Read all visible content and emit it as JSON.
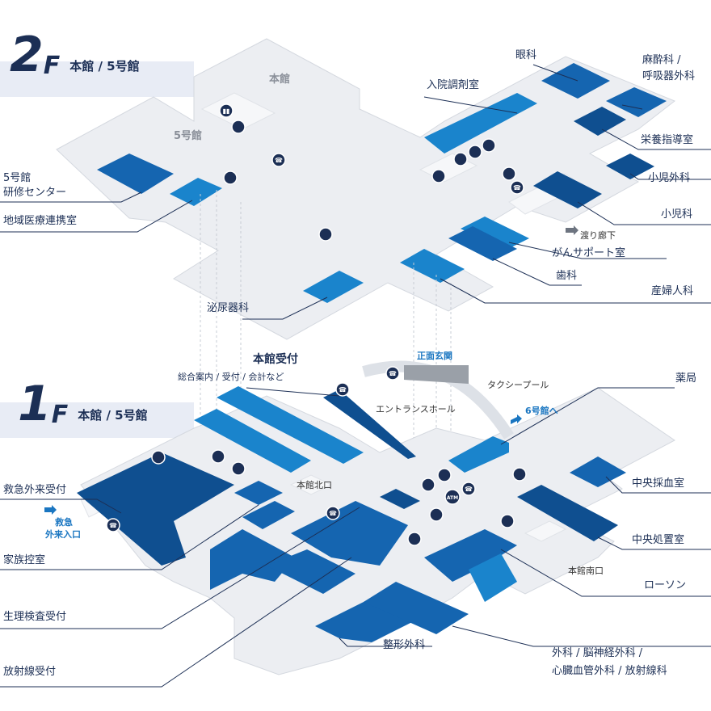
{
  "floors": {
    "second": {
      "number": "2",
      "suffix": "F",
      "buildings": "本館 / 5号館"
    },
    "first": {
      "number": "1",
      "suffix": "F",
      "buildings": "本館 / 5号館"
    }
  },
  "areas_2f": {
    "main_building": "本館",
    "building5": "5号館",
    "building5_training_line1": "5号館",
    "building5_training_line2": "研修センター",
    "regional_liaison": "地域医療連携室",
    "urology": "泌尿器科",
    "inpatient_pharmacy": "入院調剤室",
    "ophthalmology": "眼科",
    "anesthesiology": "麻酔科 /",
    "respiratory_surgery": "呼吸器外科",
    "nutrition": "栄養指導室",
    "pediatric_surgery": "小児外科",
    "pediatrics": "小児科",
    "corridor": "渡り廊下",
    "cancer_support": "がんサポート室",
    "dentistry": "歯科",
    "obgyn": "産婦人科"
  },
  "areas_1f": {
    "main_reception": "本館受付",
    "main_reception_sub": "総合案内 / 受付 / 会計など",
    "main_entrance": "正面玄関",
    "taxi_pool": "タクシープール",
    "entrance_hall": "エントランスホール",
    "to_building6": "6号館へ",
    "pharmacy": "薬局",
    "emergency_reception": "救急外来受付",
    "emergency_entrance_line1": "救急",
    "emergency_entrance_line2": "外来入口",
    "north_exit": "本館北口",
    "blood_collection": "中央採血室",
    "treatment_room": "中央処置室",
    "family_waiting": "家族控室",
    "south_exit": "本館南口",
    "lawson": "ローソン",
    "physiology_reception": "生理検査受付",
    "orthopedics": "整形外科",
    "surgery_line1": "外科 / 脳神経外科 /",
    "surgery_line2": "心臓血管外科 / 放射線科",
    "radiology_reception": "放射線受付",
    "atm": "ATM"
  },
  "icons": [
    "elevator-icon",
    "escalator-icon",
    "phone-icon",
    "restroom-icon",
    "accessible-restroom-icon",
    "atm-icon",
    "arrow-right-icon"
  ],
  "colors": {
    "navy": "#1c2f55",
    "dark_blue": "#0f5aa0",
    "mid_blue": "#1a76c1",
    "light_blue": "#2b95d6",
    "floor_gray": "#eceef2",
    "floor_edge": "#dadde3",
    "band": "#e8ecf5"
  }
}
